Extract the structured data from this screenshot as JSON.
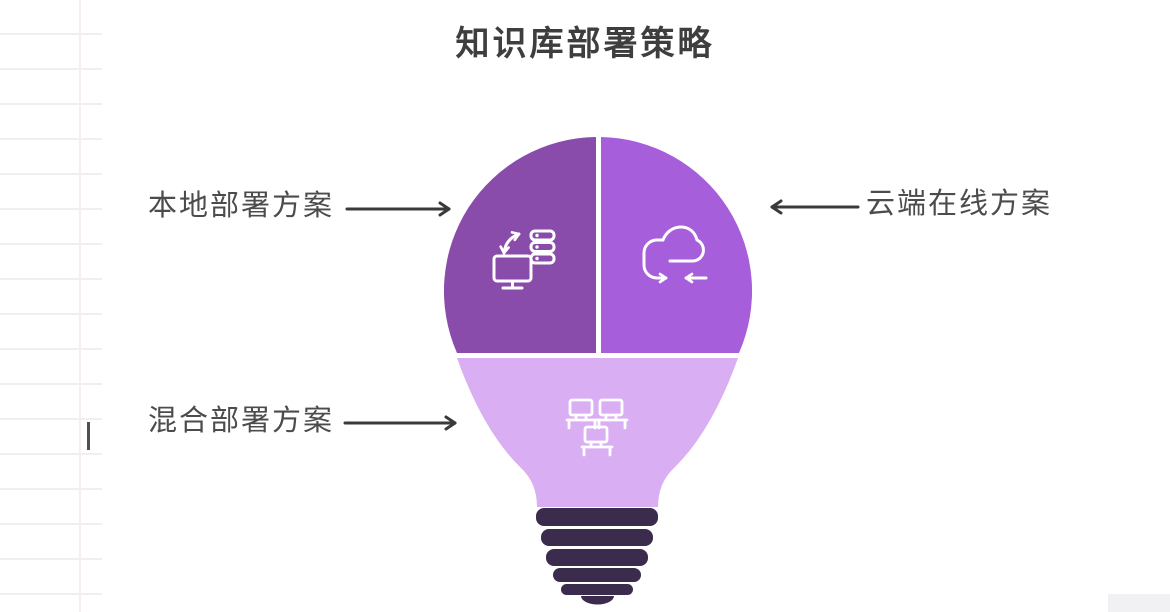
{
  "title": "知识库部署策略",
  "diagram": {
    "type": "lightbulb-infographic",
    "sections": [
      {
        "label": "本地部署方案",
        "color": "#8a4cab",
        "icon": "monitor-database-sync-icon",
        "position": "top-left",
        "pointer_arrow": "right"
      },
      {
        "label": "云端在线方案",
        "color": "#a65edb",
        "icon": "cloud-sync-icon",
        "position": "top-right",
        "pointer_arrow": "left"
      },
      {
        "label": "混合部署方案",
        "color": "#d9aef2",
        "icon": "workstations-network-icon",
        "position": "bottom",
        "pointer_arrow": "right"
      }
    ]
  },
  "colors": {
    "background": "#ffffff",
    "bulb_base": "#3b2c4d",
    "divider_gap": "#ffffff",
    "icon_stroke": "#ffffff",
    "arrow": "#3a3a3a",
    "title_text": "#3e3e3e",
    "label_text": "#4c4c4c"
  }
}
